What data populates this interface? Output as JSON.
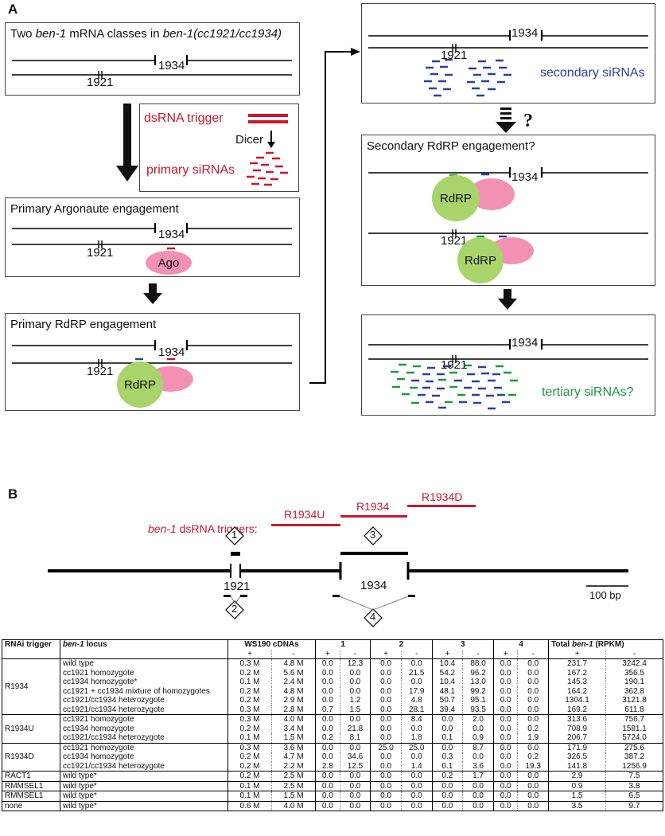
{
  "panel_a": {
    "letter": "A",
    "box1": {
      "title_pre": "Two ",
      "title_gene": "ben-1",
      "title_mid": " mRNA classes in ",
      "title_genotype": "ben-1(cc1921/cc1934)",
      "allele_1934": "1934",
      "allele_1921": "1921"
    },
    "trigger_box": {
      "dsrna": "dsRNA trigger",
      "dicer": "Dicer",
      "primary": "primary siRNAs"
    },
    "box2": {
      "title": "Primary Argonaute engagement",
      "allele_1934": "1934",
      "allele_1921": "1921",
      "ago": "Ago"
    },
    "box3": {
      "title": "Primary RdRP engagement",
      "allele_1934": "1934",
      "allele_1921": "1921",
      "rdrp": "RdRP"
    },
    "box4": {
      "allele_1934": "1934",
      "allele_1921": "1921",
      "secondary": "secondary siRNAs"
    },
    "question": "?",
    "box5": {
      "title": "Secondary RdRP engagement?",
      "allele_1934": "1934",
      "allele_1921": "1921",
      "rdrp_top": "RdRP",
      "rdrp_bottom": "RdRP"
    },
    "box6": {
      "allele_1934": "1934",
      "allele_1921": "1921",
      "tertiary": "tertiary siRNAs?"
    }
  },
  "panel_b": {
    "letter": "B",
    "triggers_label_gene": "ben-1",
    "triggers_label_rest": " dsRNA triggers:",
    "trigger_r1934u": "R1934U",
    "trigger_r1934": "R1934",
    "trigger_r1934d": "R1934D",
    "diamond_1": "1",
    "diamond_2": "2",
    "diamond_3": "3",
    "diamond_4": "4",
    "allele_1921": "1921",
    "allele_1934": "1934",
    "scale": "100 bp"
  },
  "table": {
    "headers": {
      "trigger": "RNAi trigger",
      "locus_gene": "ben-1",
      "locus_rest": " locus",
      "cdnas": "WS190 cDNAs",
      "c1": "1",
      "c2": "2",
      "c3": "3",
      "c4": "4",
      "total_pre": "Total ",
      "total_gene": "ben-1",
      "total_post": " (RPKM)"
    },
    "plus": "+",
    "minus": "-",
    "groups": [
      {
        "trigger": "R1934",
        "rows": [
          [
            "wild type",
            "0.3 M",
            "4.8 M",
            "0.0",
            "12.3",
            "0.0",
            "0.0",
            "10.4",
            "88.0",
            "0.0",
            "0.0",
            "231.7",
            "3242.4"
          ],
          [
            "cc1921 homozygote",
            "0.2 M",
            "5.6 M",
            "0.0",
            "0.0",
            "0.0",
            "21.5",
            "54.2",
            "96.2",
            "0.0",
            "0.0",
            "167.2",
            "356.5"
          ],
          [
            "cc1934 homozygote*",
            "0.1 M",
            "2.4 M",
            "0.0",
            "0.0",
            "0.0",
            "0.0",
            "10.4",
            "13.0",
            "0.0",
            "0.0",
            "145.3",
            "190.1"
          ],
          [
            "cc1921 + cc1934 mixture of homozygotes",
            "0.2 M",
            "4.8 M",
            "0.0",
            "0.0",
            "0.0",
            "17.9",
            "48.1",
            "99.2",
            "0.0",
            "0.0",
            "164.2",
            "362.8"
          ],
          [
            "cc1921/cc1934 heterozygote",
            "0.2 M",
            "2.9 M",
            "0.0",
            "1.2",
            "0.0",
            "4.8",
            "50.7",
            "95.1",
            "0.0",
            "0.0",
            "1304.1",
            "3121.8"
          ],
          [
            "cc1921/cc1934 heterozygote",
            "0.3 M",
            "2.8 M",
            "0.7",
            "1.5",
            "0.0",
            "28.1",
            "39.4",
            "93.5",
            "0.0",
            "0.0",
            "169.2",
            "611.8"
          ]
        ]
      },
      {
        "trigger": "R1934U",
        "rows": [
          [
            "cc1921 homozygote",
            "0.3 M",
            "4.0 M",
            "0.0",
            "0.0",
            "0.0",
            "8.4",
            "0.0",
            "2.0",
            "0.0",
            "0.0",
            "313.6",
            "756.7"
          ],
          [
            "cc1934 homozygote",
            "0.2 M",
            "3.4 M",
            "0.0",
            "21.8",
            "0.0",
            "0.0",
            "0.0",
            "0.0",
            "0.0",
            "0.2",
            "708.9",
            "1581.1"
          ],
          [
            "cc1921/cc1934 heterozygote",
            "0.1 M",
            "1.5 M",
            "0.2",
            "8.1",
            "0.0",
            "1.8",
            "0.1",
            "0.9",
            "0.0",
            "1.9",
            "206.7",
            "5724.0"
          ]
        ]
      },
      {
        "trigger": "R1934D",
        "rows": [
          [
            "cc1921 homozygote",
            "0.3 M",
            "3.6 M",
            "0.0",
            "0.0",
            "25.0",
            "25.0",
            "0.0",
            "8.7",
            "0.0",
            "0.0",
            "171.9",
            "275.6"
          ],
          [
            "cc1934 homozygote",
            "0.2 M",
            "4.7 M",
            "0.0",
            "34.6",
            "0.0",
            "0.0",
            "0.3",
            "0.0",
            "0.0",
            "0.2",
            "326.5",
            "387.2"
          ],
          [
            "cc1921/cc1934 heterozygote",
            "0.2 M",
            "2.2 M",
            "2.8",
            "12.5",
            "0.0",
            "1.4",
            "0.1",
            "3.6",
            "0.0",
            "19.3",
            "141.8",
            "1256.9"
          ]
        ]
      },
      {
        "trigger": "RACT1",
        "rows": [
          [
            "wild type*",
            "0.2 M",
            "2.5 M",
            "0.0",
            "0.0",
            "0.0",
            "0.0",
            "0.2",
            "1.7",
            "0.0",
            "0.0",
            "2.9",
            "7.5"
          ]
        ]
      },
      {
        "trigger": "RMMSEL1",
        "rows": [
          [
            "wild type*",
            "0.1 M",
            "2.5 M",
            "0.0",
            "0.0",
            "0.0",
            "0.0",
            "0.0",
            "0.0",
            "0.0",
            "0.0",
            "0.9",
            "3.8"
          ]
        ]
      },
      {
        "trigger": "RMMSEL1",
        "rows": [
          [
            "wild type*",
            "0.1 M",
            "1.5 M",
            "0.0",
            "0.0",
            "0.0",
            "0.0",
            "0.0",
            "0.0",
            "0.0",
            "0.0",
            "1.5",
            "6.5"
          ]
        ]
      },
      {
        "trigger": "none",
        "rows": [
          [
            "wild type*",
            "0.6 M",
            "4.0 M",
            "0.0",
            "0.0",
            "0.0",
            "0.0",
            "0.0",
            "0.0",
            "0.0",
            "0.0",
            "3.5",
            "9.7"
          ]
        ]
      }
    ]
  },
  "colors": {
    "red": "#c8192e",
    "blue": "#2940a3",
    "green": "#1b9a3d",
    "pink": "#f291b3",
    "lime": "#a8d46b"
  }
}
